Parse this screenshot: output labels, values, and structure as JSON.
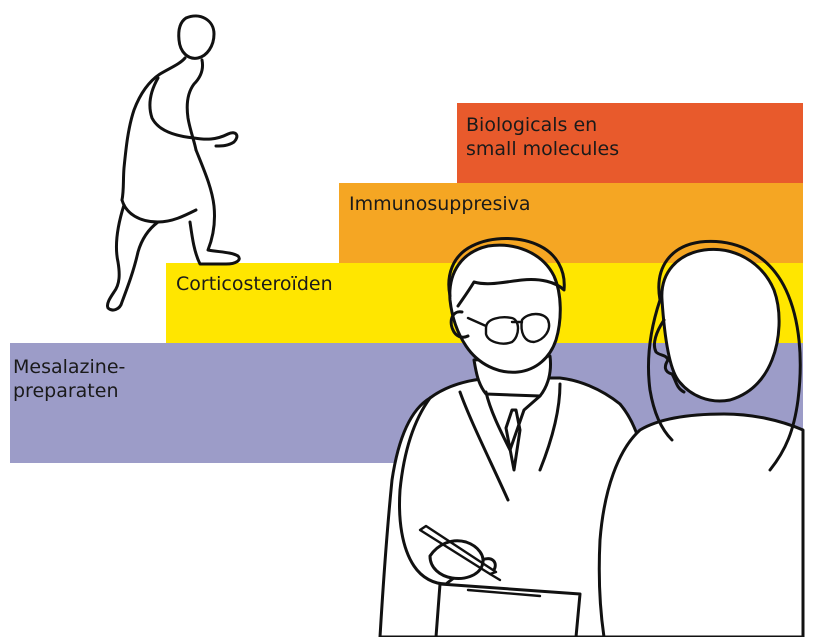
{
  "steps": [
    {
      "lines": [
        "Mesalazine-",
        "preparaten"
      ],
      "color": "#9c9cc8"
    },
    {
      "lines": [
        "Corticosteroïden"
      ],
      "color": "#ffe600"
    },
    {
      "lines": [
        "Immunosuppresiva"
      ],
      "color": "#f5a623"
    },
    {
      "lines": [
        "Biologicals en",
        "small molecules"
      ],
      "color": "#e85a2c"
    }
  ],
  "figures": {
    "climber": "walking-person-figure",
    "doctor": "doctor-with-glasses-figure",
    "patient": "patient-woman-figure",
    "pen": "pen-icon",
    "clipboard": "clipboard-icon"
  }
}
